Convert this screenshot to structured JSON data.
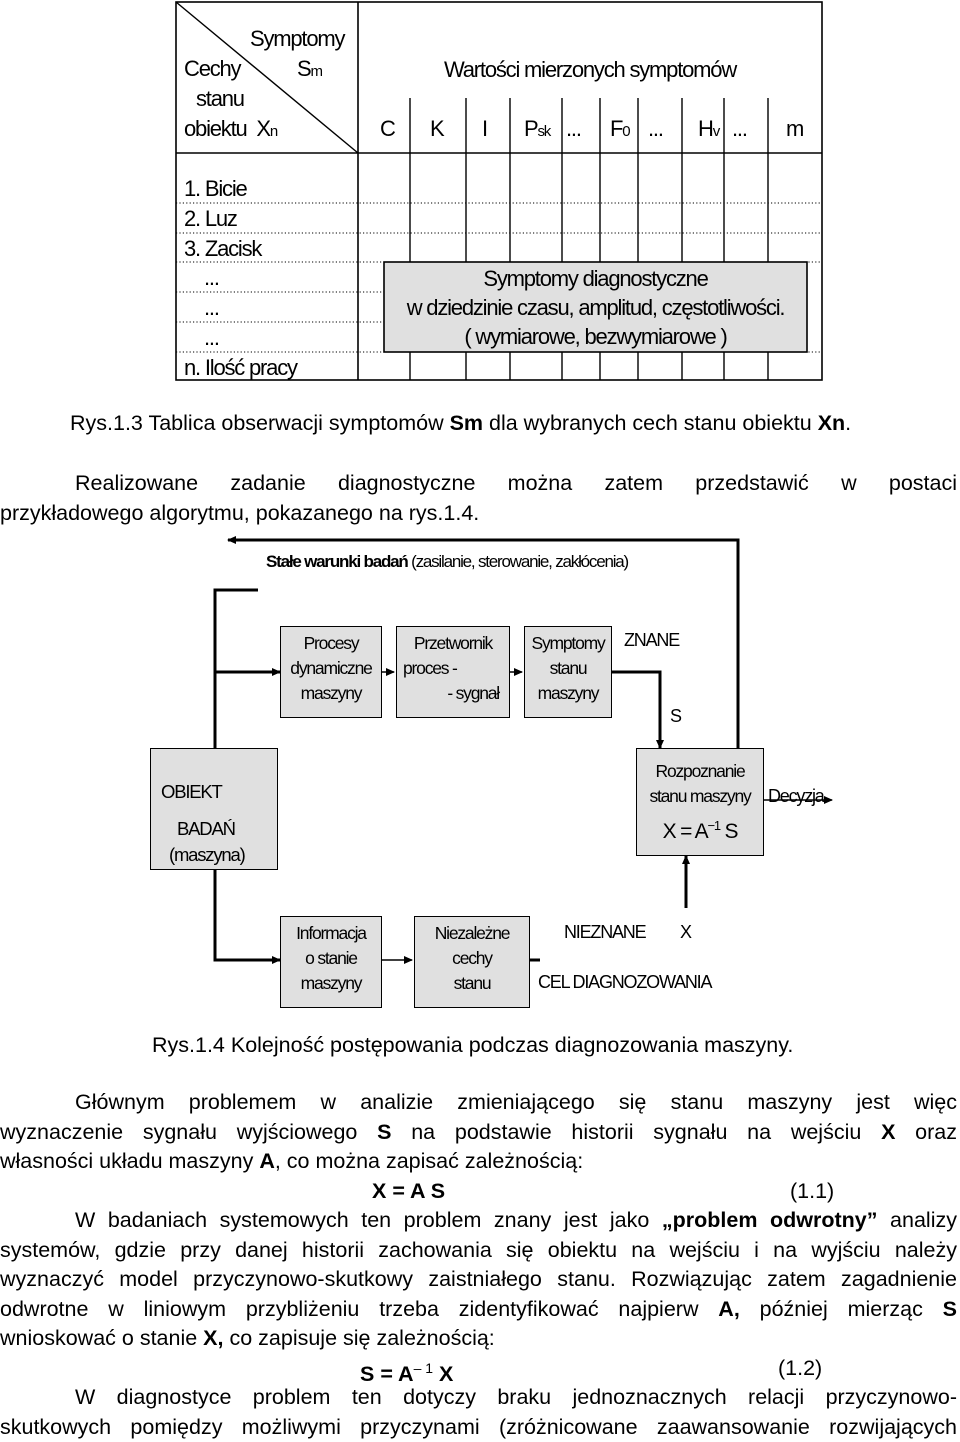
{
  "table": {
    "header_symptoms": "Symptomy",
    "header_sm_base": "S",
    "header_sm_sub": "m",
    "header_features": "Cechy",
    "header_state": "stanu",
    "header_object_prefix": "obiektu",
    "header_xn_base": "X",
    "header_xn_sub": "n",
    "header_values": "Wartości mierzonych symptomów",
    "columns": {
      "c": "C",
      "k": "K",
      "i": "I",
      "psk_base": "P",
      "psk_sub": "sk",
      "dots1": "...",
      "f0_base": "F",
      "f0_sub": "0",
      "dots2": "...",
      "hv_base": "H",
      "hv_sub": "v",
      "dots3": "...",
      "m": "m"
    },
    "rows": [
      "1. Bicie",
      "2. Luz",
      "3. Zacisk",
      "...",
      "...",
      "...",
      "n. Ilość pracy"
    ],
    "diag_box": [
      "Symptomy diagnostyczne",
      "w dziedzinie czasu, amplitud, częstotliwości.",
      "( wymiarowe, bezwymiarowe )"
    ]
  },
  "caption1": {
    "prefix": "Rys.1.3 Tablica obserwacji symptomów ",
    "sm": "Sm",
    "mid": " dla wybranych cech stanu obiektu ",
    "xn": "Xn",
    "end": "."
  },
  "para1": {
    "line1": "Realizowane zadanie diagnostyczne można zatem przedstawić w postaci",
    "line2": "przykładowego algorytmu, pokazanego na rys.1.4."
  },
  "diagram": {
    "conditions_bold": "Stałe warunki badań",
    "conditions_rest": " (zasilanie, sterowanie, zakłócenia)",
    "box_processes": [
      "Procesy",
      "dynamiczne",
      "maszyny"
    ],
    "box_converter_l1": "Przetwornik",
    "box_converter_l2": "proces -",
    "box_converter_l3": "- sygnał",
    "box_symptoms": [
      "Symptomy",
      "stanu",
      "maszyny"
    ],
    "known": "ZNANE",
    "s_label": "S",
    "object_l1": "OBIEKT",
    "object_l2": "BADAŃ",
    "object_l3": "(maszyna)",
    "recognition": [
      "Rozpoznanie",
      "stanu maszyny"
    ],
    "formula_lhs": "X = A",
    "formula_exp": "−1",
    "formula_rhs": "S",
    "decision": "Decyzja",
    "box_information": [
      "Informacja",
      "o stanie",
      "maszyny"
    ],
    "box_independent": [
      "Niezależne",
      "cechy",
      "stanu"
    ],
    "unknown": "NIEZNANE",
    "x_label": "X",
    "goal": "CEL DIAGNOZOWANIA"
  },
  "caption2": "Rys.1.4 Kolejność postępowania podczas diagnozowania maszyny.",
  "body": {
    "p2_l1": "Głównym problemem w analizie zmieniającego się stanu maszyny jest więc",
    "p2_l2_a": "wyznaczenie sygnału wyjściowego ",
    "p2_l2_S": "S",
    "p2_l2_b": " na podstawie historii sygnału na wejściu ",
    "p2_l2_X": "X",
    "p2_l2_c": " oraz",
    "p2_l3_a": "własności układu maszyny ",
    "p2_l3_A": "A",
    "p2_l3_b": ", co można zapisać zależnością:",
    "eq1": "X = A S",
    "eq1_num": "(1.1)",
    "p3_l1_a": "W badaniach systemowych ten problem znany jest jako ",
    "p3_l1_b": "„problem odwrotny”",
    "p3_l1_c": " analizy",
    "p3_l2": "systemów, gdzie przy danej historii zachowania się obiektu na wejściu i na wyjściu należy",
    "p3_l3": "wyznaczyć model przyczynowo-skutkowy zaistniałego stanu. Rozwiązując zatem zagadnienie",
    "p3_l4_a": "odwrotne w liniowym przybliżeniu trzeba zidentyfikować najpierw ",
    "p3_l4_A": "A,",
    "p3_l4_b": " później mierząc ",
    "p3_l4_S": "S",
    "p3_l5_a": "wnioskować o stanie ",
    "p3_l5_X": "X,",
    "p3_l5_b": " co zapisuje się zależnością:",
    "eq2_lhs": "S = A",
    "eq2_exp": "– 1",
    "eq2_rhs": "X",
    "eq2_num": "(1.2)",
    "p4_l1": "W diagnostyce problem ten dotyczy braku jednoznacznych relacji przyczynowo-",
    "p4_l2": "skutkowych pomiędzy możliwymi przyczynami (zróżnicowane zaawansowanie rozwijających"
  }
}
